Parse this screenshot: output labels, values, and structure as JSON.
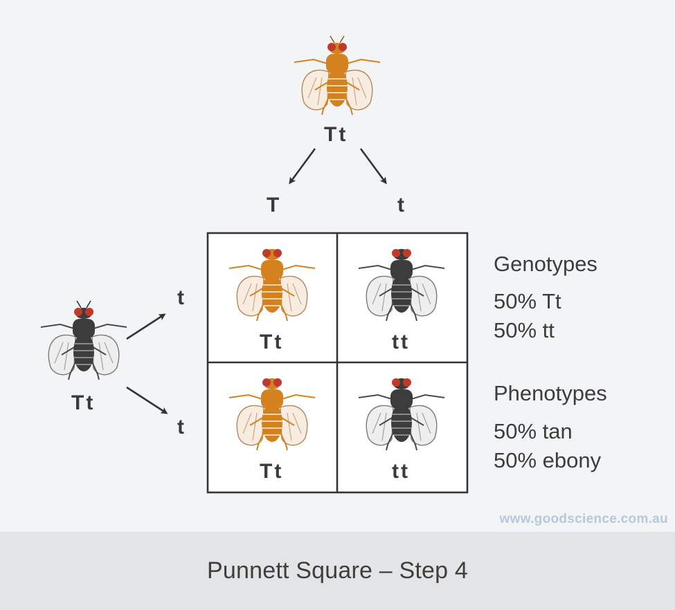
{
  "diagram": {
    "top_parent": {
      "genotype": "Tt",
      "body_color": "tan"
    },
    "left_parent": {
      "genotype": "Tt",
      "body_color": "ebony"
    },
    "top_alleles": [
      "T",
      "t"
    ],
    "left_alleles": [
      "t",
      "t"
    ],
    "grid": [
      [
        {
          "genotype": "Tt",
          "body_color": "tan"
        },
        {
          "genotype": "tt",
          "body_color": "ebony"
        }
      ],
      [
        {
          "genotype": "Tt",
          "body_color": "tan"
        },
        {
          "genotype": "tt",
          "body_color": "ebony"
        }
      ]
    ]
  },
  "legend": {
    "genotypes_heading": "Genotypes",
    "genotypes": [
      "50% Tt",
      "50% tt"
    ],
    "phenotypes_heading": "Phenotypes",
    "phenotypes": [
      "50% tan",
      "50% ebony"
    ]
  },
  "watermark": "www.goodscience.com.au",
  "footer": {
    "title": "Punnett Square – Step 4"
  },
  "colors": {
    "tan_body": "#d4821f",
    "ebony_body": "#3c3c3c",
    "eye": "#c0392b",
    "background": "#f3f4f6",
    "footer_bg": "#e3e4e6",
    "watermark": "#b9c7dc"
  }
}
